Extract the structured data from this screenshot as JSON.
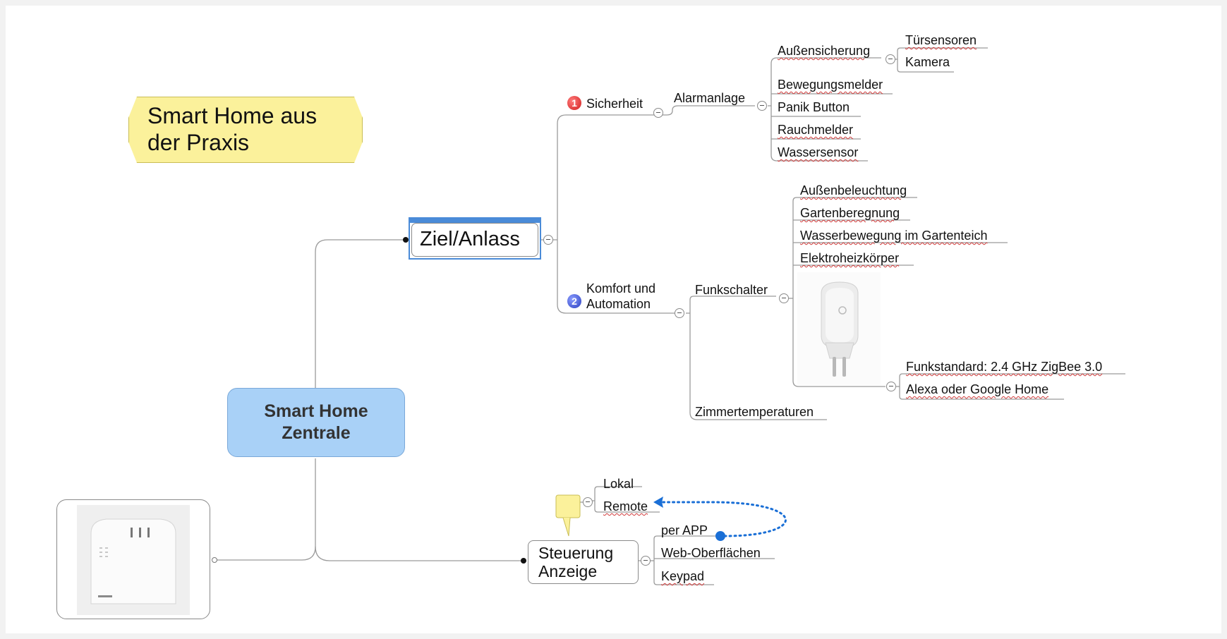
{
  "title_note": {
    "line1": "Smart Home aus",
    "line2": "der Praxis"
  },
  "central": {
    "line1": "Smart Home",
    "line2": "Zentrale"
  },
  "ziel": {
    "label": "Ziel/Anlass"
  },
  "sicherheit": {
    "label": "Sicherheit",
    "priority": "1",
    "alarmanlage": "Alarmanlage",
    "aussensicherung": "Außensicherung",
    "tuersensoren": "Türsensoren",
    "kamera": "Kamera",
    "bewegungsmelder": "Bewegungsmelder",
    "panik": "Panik Button",
    "rauchmelder": "Rauchmelder",
    "wassersensor": "Wassersensor"
  },
  "komfort": {
    "line1": "Komfort und",
    "line2": "Automation",
    "priority": "2",
    "funkschalter": "Funkschalter",
    "aussenbeleuchtung": "Außenbeleuchtung",
    "gartenberegnung": "Gartenberegnung",
    "wasserbewegung": "Wasserbewegung im Gartenteich",
    "elektroheiz": "Elektroheizkörper",
    "funkstandard": "Funkstandard: 2.4 GHz ZigBee 3.0",
    "alexa": "Alexa oder Google Home",
    "zimmertemp": "Zimmertemperaturen"
  },
  "steuerung": {
    "line1": "Steuerung",
    "line2": "Anzeige",
    "lokal": "Lokal",
    "remote": "Remote",
    "app": "per APP",
    "web": "Web-Oberflächen",
    "keypad": "Keypad"
  },
  "colors": {
    "central_fill": "#a9d1f7",
    "note_fill": "#fbf19b",
    "link_line": "#9a9a9a",
    "relation": "#1a6fd6",
    "priority1": "#d11f1f",
    "priority2": "#2b3fbf"
  },
  "images": {
    "router": "router-device-image",
    "plug": "smart-plug-image"
  }
}
